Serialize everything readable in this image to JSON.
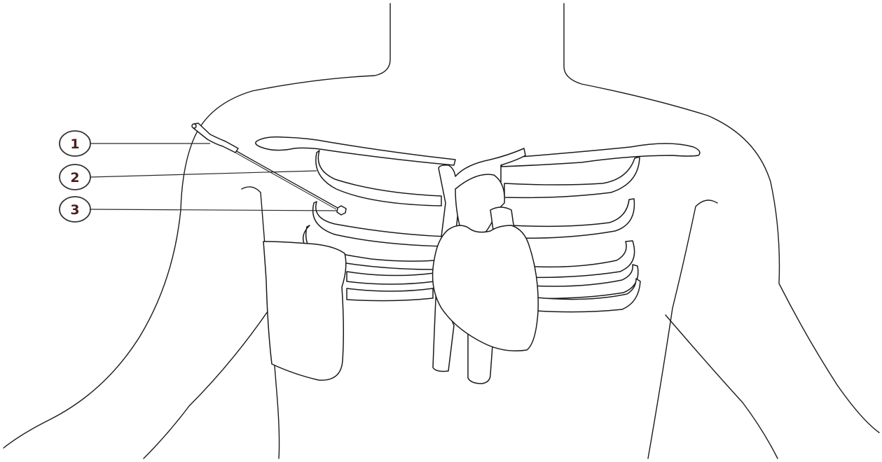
{
  "callouts": [
    {
      "number": "1"
    },
    {
      "number": "2"
    },
    {
      "number": "3"
    }
  ],
  "colors": {
    "line": "#1a1a1a",
    "callout_text": "#4a1f1f",
    "background": "#ffffff"
  }
}
